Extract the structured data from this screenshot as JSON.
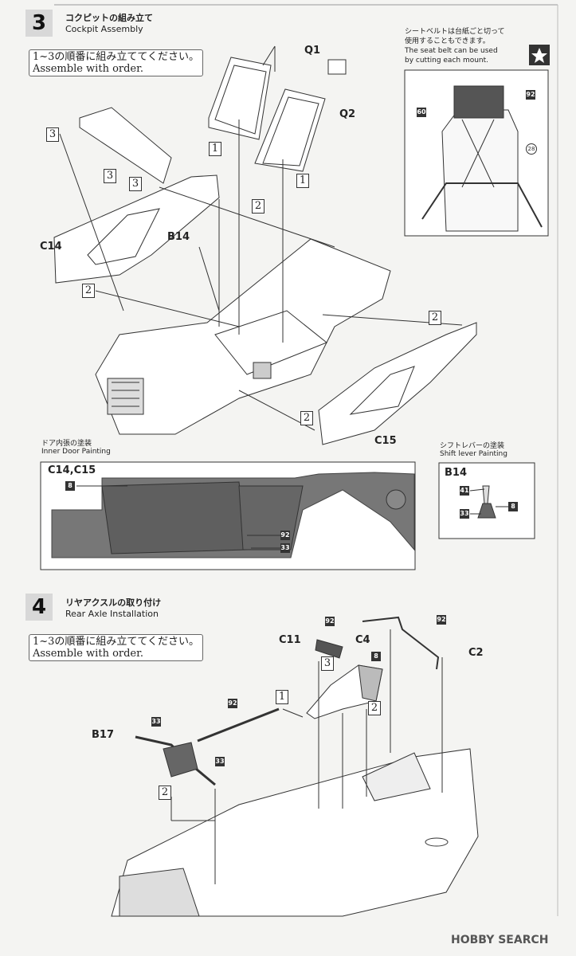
{
  "step3": {
    "number": "3",
    "title_jp": "コクピットの組み立て",
    "title_en": "Cockpit Assembly",
    "note": [
      "1~3の順番に組み立ててください。",
      "Assemble with order."
    ],
    "seatbelt_note": [
      "シートベルトは台紙ごと切って",
      "使用することもできます。",
      "The seat belt can be used",
      "by cutting each mount."
    ],
    "parts": {
      "q1": "Q1",
      "q2": "Q2",
      "b14": "B14",
      "c14": "C14",
      "c15": "C15"
    },
    "seat_colors": {
      "c60": "60",
      "c92": "92",
      "c28": "28"
    },
    "order": {
      "o1": "1",
      "o2": "2",
      "o3": "3"
    }
  },
  "door_painting": {
    "title_jp": "ドア内張の塗装",
    "title_en": "Inner Door Painting",
    "parts": "C14,C15",
    "colors": {
      "c8": "8",
      "c92": "92",
      "c33": "33"
    }
  },
  "shift_painting": {
    "title_jp": "シフトレバーの塗装",
    "title_en": "Shift lever Painting",
    "part": "B14",
    "colors": {
      "c41": "41",
      "c8": "8",
      "c33": "33"
    }
  },
  "step4": {
    "number": "4",
    "title_jp": "リヤアクスルの取り付け",
    "title_en": "Rear Axle Installation",
    "note": [
      "1~3の順番に組み立ててください。",
      "Assemble with order."
    ],
    "parts": {
      "c11": "C11",
      "c4": "C4",
      "c2": "C2",
      "b17": "B17"
    },
    "colors": {
      "c92": "92",
      "c8": "8",
      "c33": "33"
    }
  },
  "watermark": "HOBBY SEARCH"
}
